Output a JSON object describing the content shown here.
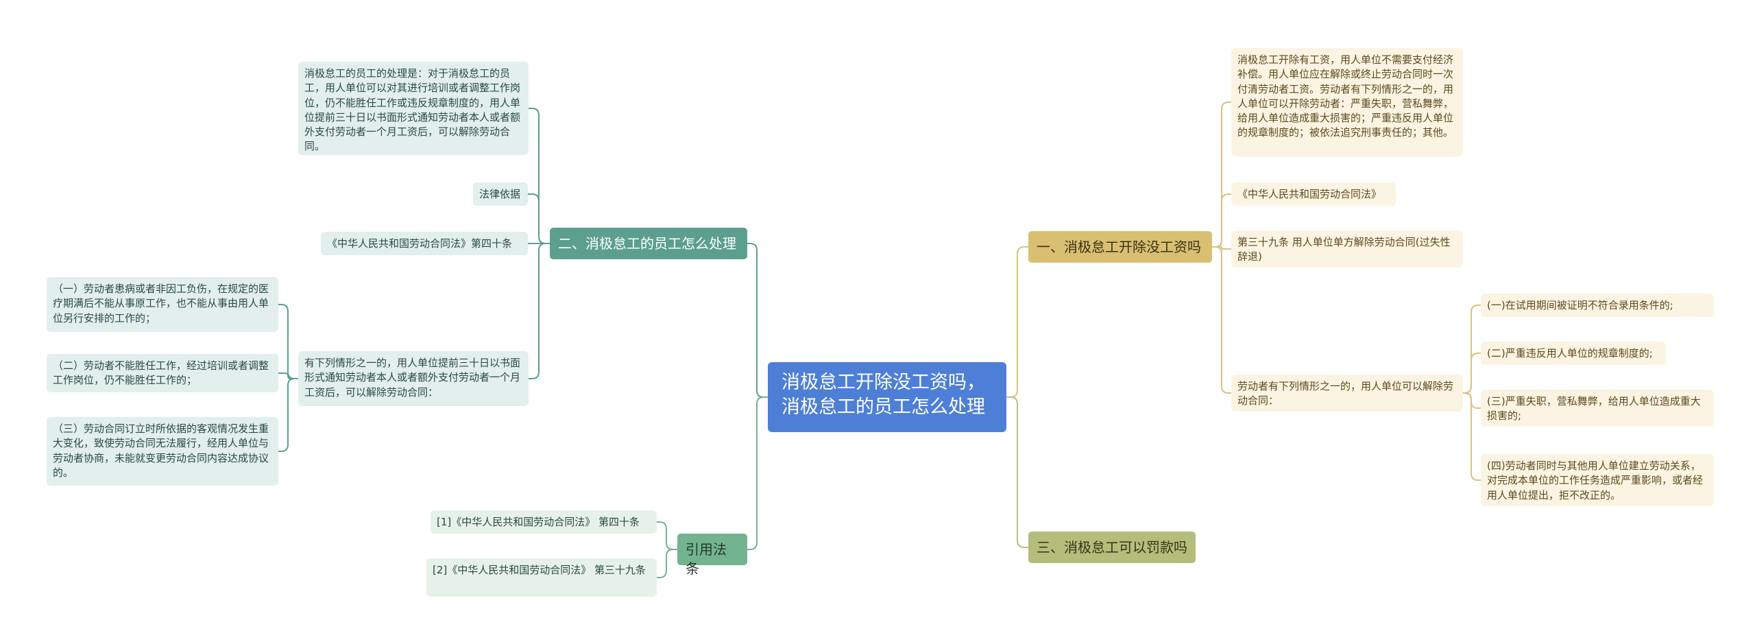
{
  "colors": {
    "root": "#4e7fd6",
    "branch_yellow": "#d8bf72",
    "branch_olive": "#b4bd7a",
    "branch_teal": "#5c9f8f",
    "branch_green": "#74b38f",
    "line_yellow": "#d9c27f",
    "line_olive": "#b8bf84",
    "line_teal": "#5c9f8f",
    "line_green": "#74b38f"
  },
  "root": {
    "title": "消极怠工开除没工资吗，消极怠工的员工怎么处理"
  },
  "branch1": {
    "title": "一、消极怠工开除没工资吗",
    "leaf_summary": "消极怠工开除有工资，用人单位不需要支付经济补偿。用人单位应在解除或终止劳动合同时一次付清劳动者工资。劳动者有下列情形之一的，用人单位可以开除劳动者：严重失职，营私舞弊，给用人单位造成重大损害的；严重违反用人单位的规章制度的；被依法追究刑事责任的；其他。",
    "leaf_law": "《中华人民共和国劳动合同法》",
    "leaf_article": "第三十九条 用人单位单方解除劳动合同(过失性辞退)",
    "leaf_cases": "劳动者有下列情形之一的，用人单位可以解除劳动合同：",
    "cases": [
      "(一)在试用期间被证明不符合录用条件的;",
      "(二)严重违反用人单位的规章制度的;",
      "(三)严重失职，营私舞弊，给用人单位造成重大损害的;",
      "(四)劳动者同时与其他用人单位建立劳动关系，对完成本单位的工作任务造成严重影响，或者经用人单位提出，拒不改正的。"
    ]
  },
  "branch2": {
    "title": "二、消极怠工的员工怎么处理",
    "leaf_summary": "消极怠工的员工的处理是：对于消极怠工的员工，用人单位可以对其进行培训或者调整工作岗位，仍不能胜任工作或违反规章制度的，用人单位提前三十日以书面形式通知劳动者本人或者额外支付劳动者一个月工资后，可以解除劳动合同。",
    "leaf_basis": "法律依据",
    "leaf_law": "《中华人民共和国劳动合同法》第四十条",
    "leaf_cases": "有下列情形之一的，用人单位提前三十日以书面形式通知劳动者本人或者额外支付劳动者一个月工资后，可以解除劳动合同：",
    "cases": [
      "（一）劳动者患病或者非因工负伤，在规定的医疗期满后不能从事原工作，也不能从事由用人单位另行安排的工作的；",
      "（二）劳动者不能胜任工作，经过培训或者调整工作岗位，仍不能胜任工作的；",
      "（三）劳动合同订立时所依据的客观情况发生重大变化，致使劳动合同无法履行，经用人单位与劳动者协商，未能就变更劳动合同内容达成协议的。"
    ]
  },
  "branch3": {
    "title": "三、消极怠工可以罚款吗"
  },
  "refs": {
    "title": "引用法条",
    "items": [
      "[1]《中华人民共和国劳动合同法》 第四十条",
      "[2]《中华人民共和国劳动合同法》 第三十九条"
    ]
  }
}
